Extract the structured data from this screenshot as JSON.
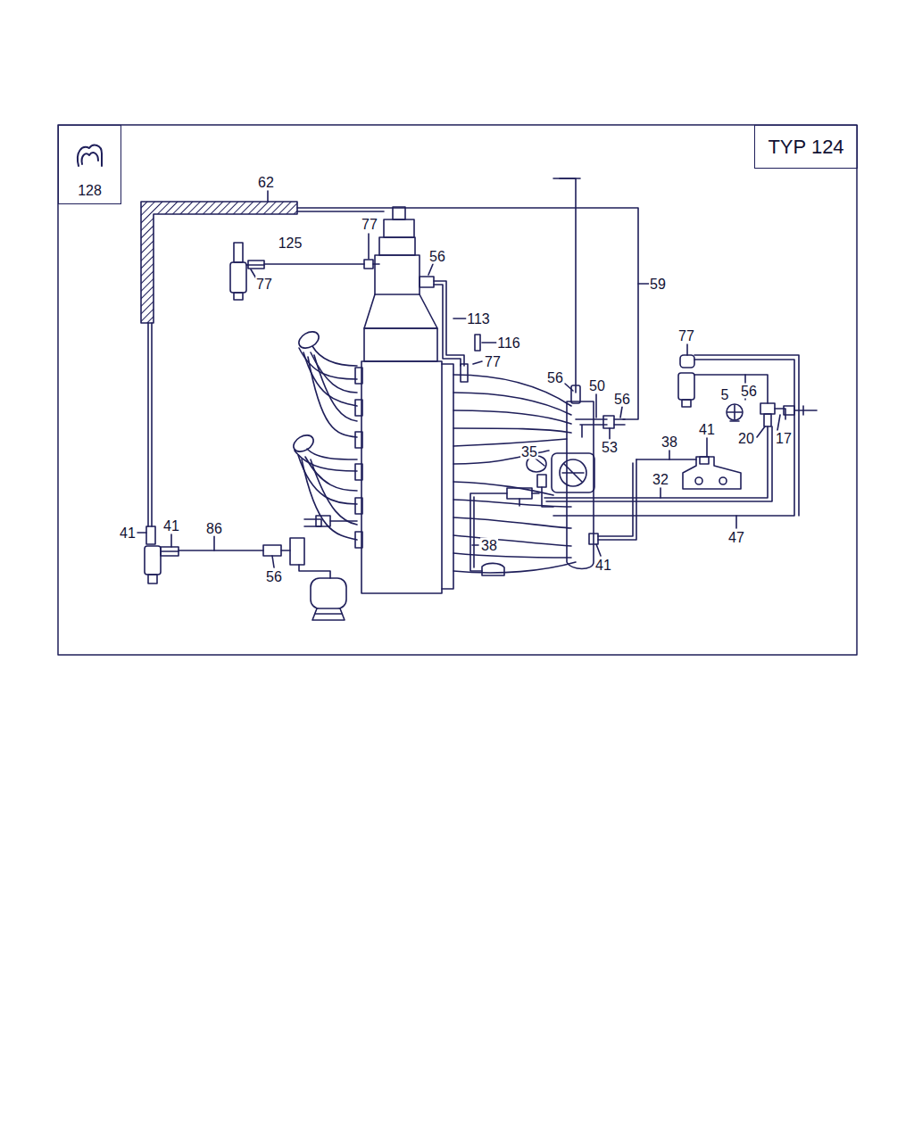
{
  "diagram": {
    "nodes": [
      {
        "text": [
          "128"
        ]
      },
      {
        "text": [
          "TYP 124"
        ]
      }
    ],
    "labels": [
      "62",
      "77",
      "125",
      "56",
      "77",
      "59",
      "113",
      "116",
      "77",
      "77",
      "56",
      "50",
      "5",
      "56",
      "56",
      "41",
      "20",
      "17",
      "53",
      "38",
      "35",
      "32",
      "41",
      "41",
      "86",
      "47",
      "38",
      "41",
      "56"
    ]
  }
}
